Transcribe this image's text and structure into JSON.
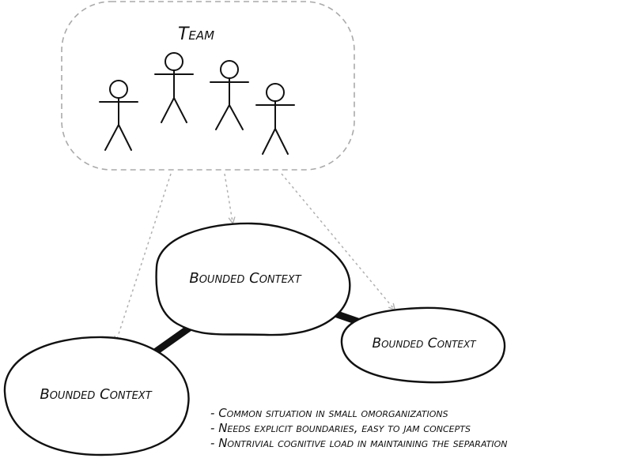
{
  "team": {
    "title": "Team",
    "member_count": 4
  },
  "contexts": {
    "center": {
      "label": "Bounded Context"
    },
    "right": {
      "label": "Bounded Context"
    },
    "left": {
      "label": "Bounded Context"
    }
  },
  "notes": [
    "Common situation in small omorganizations",
    "Needs explicit boundaries, easy to jam concepts",
    "Nontrivial cognitive load in maintaining the separation"
  ],
  "colors": {
    "ink": "#111111",
    "dashed_border": "#aaaaaa",
    "arrow": "#b0b0b0",
    "fill": "#ffffff"
  }
}
